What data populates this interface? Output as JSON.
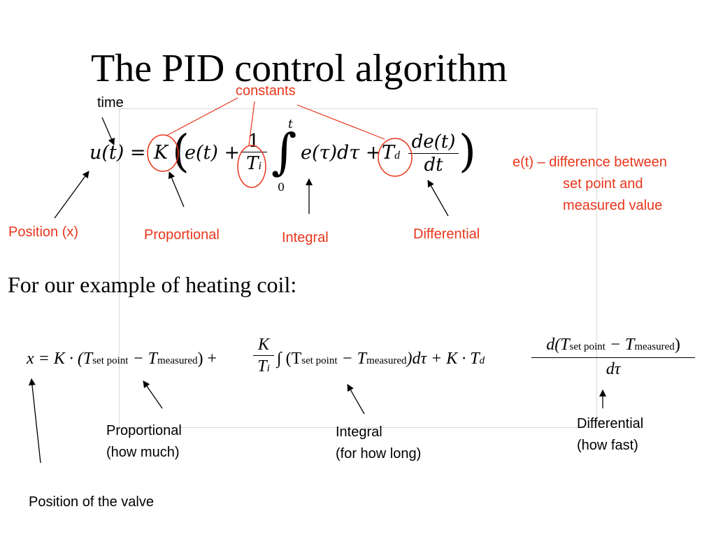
{
  "slide": {
    "title": "The PID control algorithm",
    "section_heading": "For our example of heating coil:"
  },
  "annotations_top": {
    "constants": "constants",
    "time": "time",
    "error_def_line1": "e(t) – difference between",
    "error_def_line2": "set point and",
    "error_def_line3": "measured value",
    "position": "Position (x)",
    "proportional": "Proportional",
    "integral": "Integral",
    "differential": "Differential"
  },
  "annotations_bottom": {
    "proportional_line1": "Proportional",
    "proportional_line2": "(how much)",
    "integral_line1": "Integral",
    "integral_line2": "(for how long)",
    "differential_line1": "Differential",
    "differential_line2": "(how fast)",
    "valve": "Position of the valve"
  },
  "equation_top": {
    "lhs": "u(t) =",
    "gain": "K",
    "error_term": "e(t) +",
    "one": "1",
    "ti": "T",
    "ti_sub": "i",
    "integral_upper": "t",
    "integral_lower": "0",
    "integrand": "e(τ)dτ +",
    "td": "T",
    "td_sub": "d",
    "deriv_num": "de(t)",
    "deriv_den": "dt"
  },
  "equation_bottom": {
    "lhs": "x = K · (T",
    "sub_set_point": "set point",
    "minus_t": " − T",
    "sub_measured": "measured",
    "close_plus": ") +",
    "k": "K",
    "ti": "T",
    "ti_sub": "i",
    "integral_open": "∫ (T",
    "close_dtau": ")dτ + K · T",
    "td_sub": "d",
    "deriv_num_open": "d(T",
    "deriv_close": ")",
    "deriv_den": "dτ"
  }
}
